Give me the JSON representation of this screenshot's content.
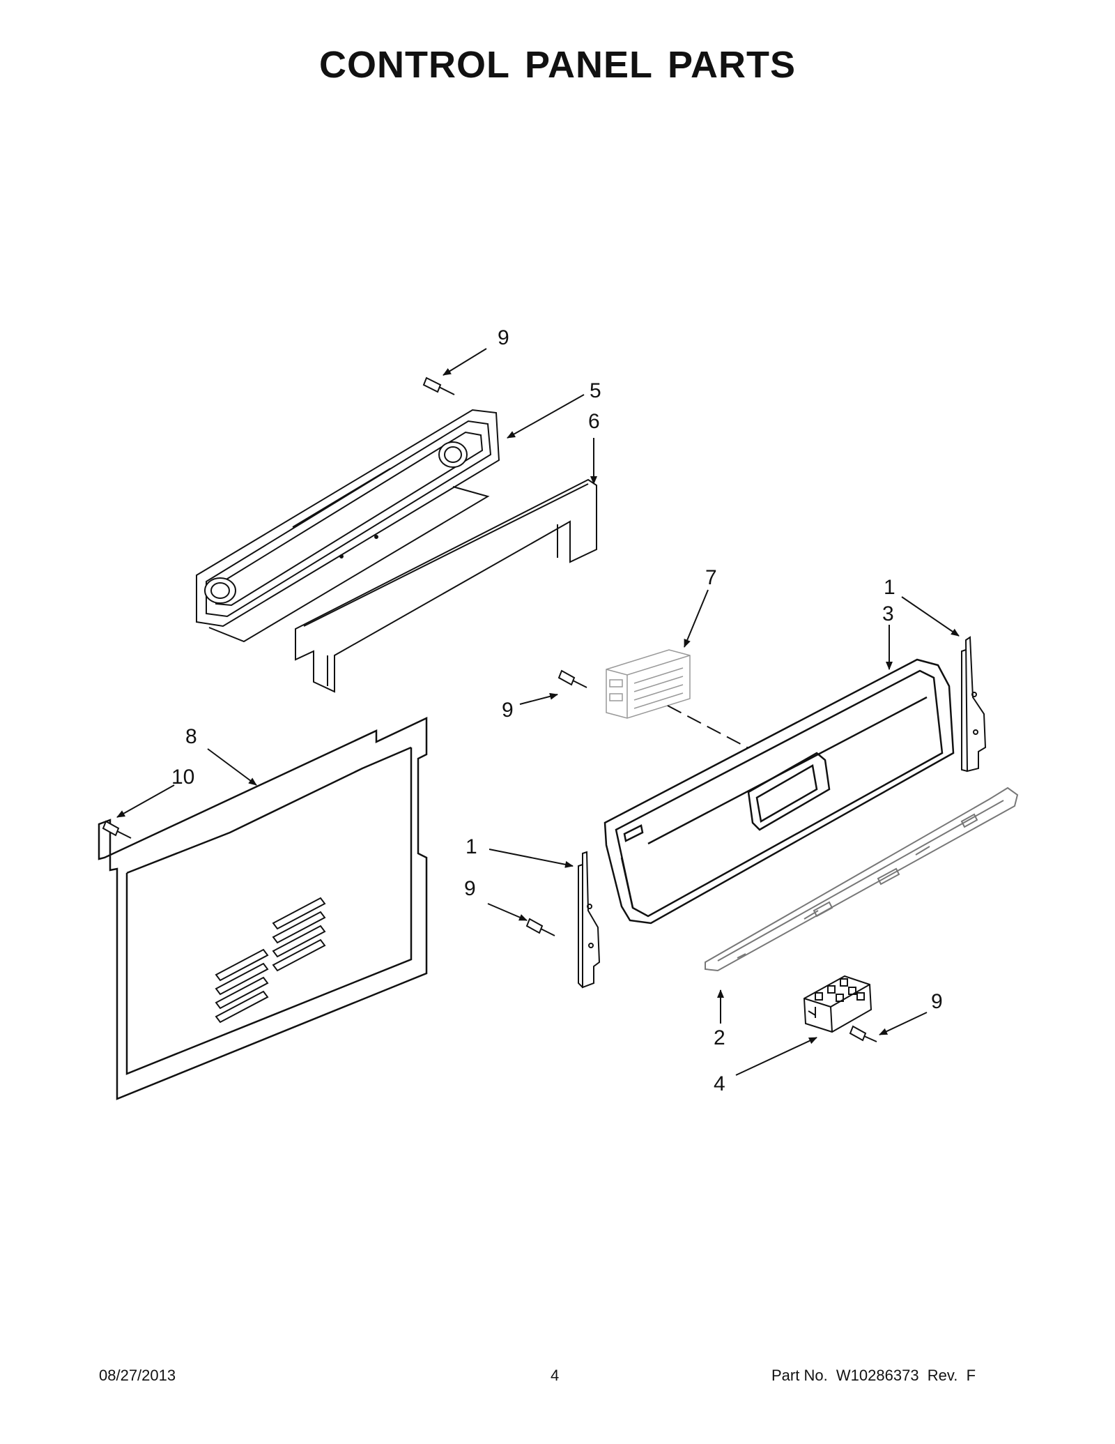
{
  "title": "CONTROL PANEL PARTS",
  "callouts": {
    "c9_top": "9",
    "c5": "5",
    "c6": "6",
    "c7": "7",
    "c1_right": "1",
    "c3": "3",
    "c9_mid": "9",
    "c8": "8",
    "c10": "10",
    "c1_left": "1",
    "c9_left": "9",
    "c9_right": "9",
    "c2": "2",
    "c4": "4"
  },
  "footer": {
    "date": "08/27/2013",
    "page": "4",
    "part": "Part No.  W10286373  Rev.  F"
  }
}
